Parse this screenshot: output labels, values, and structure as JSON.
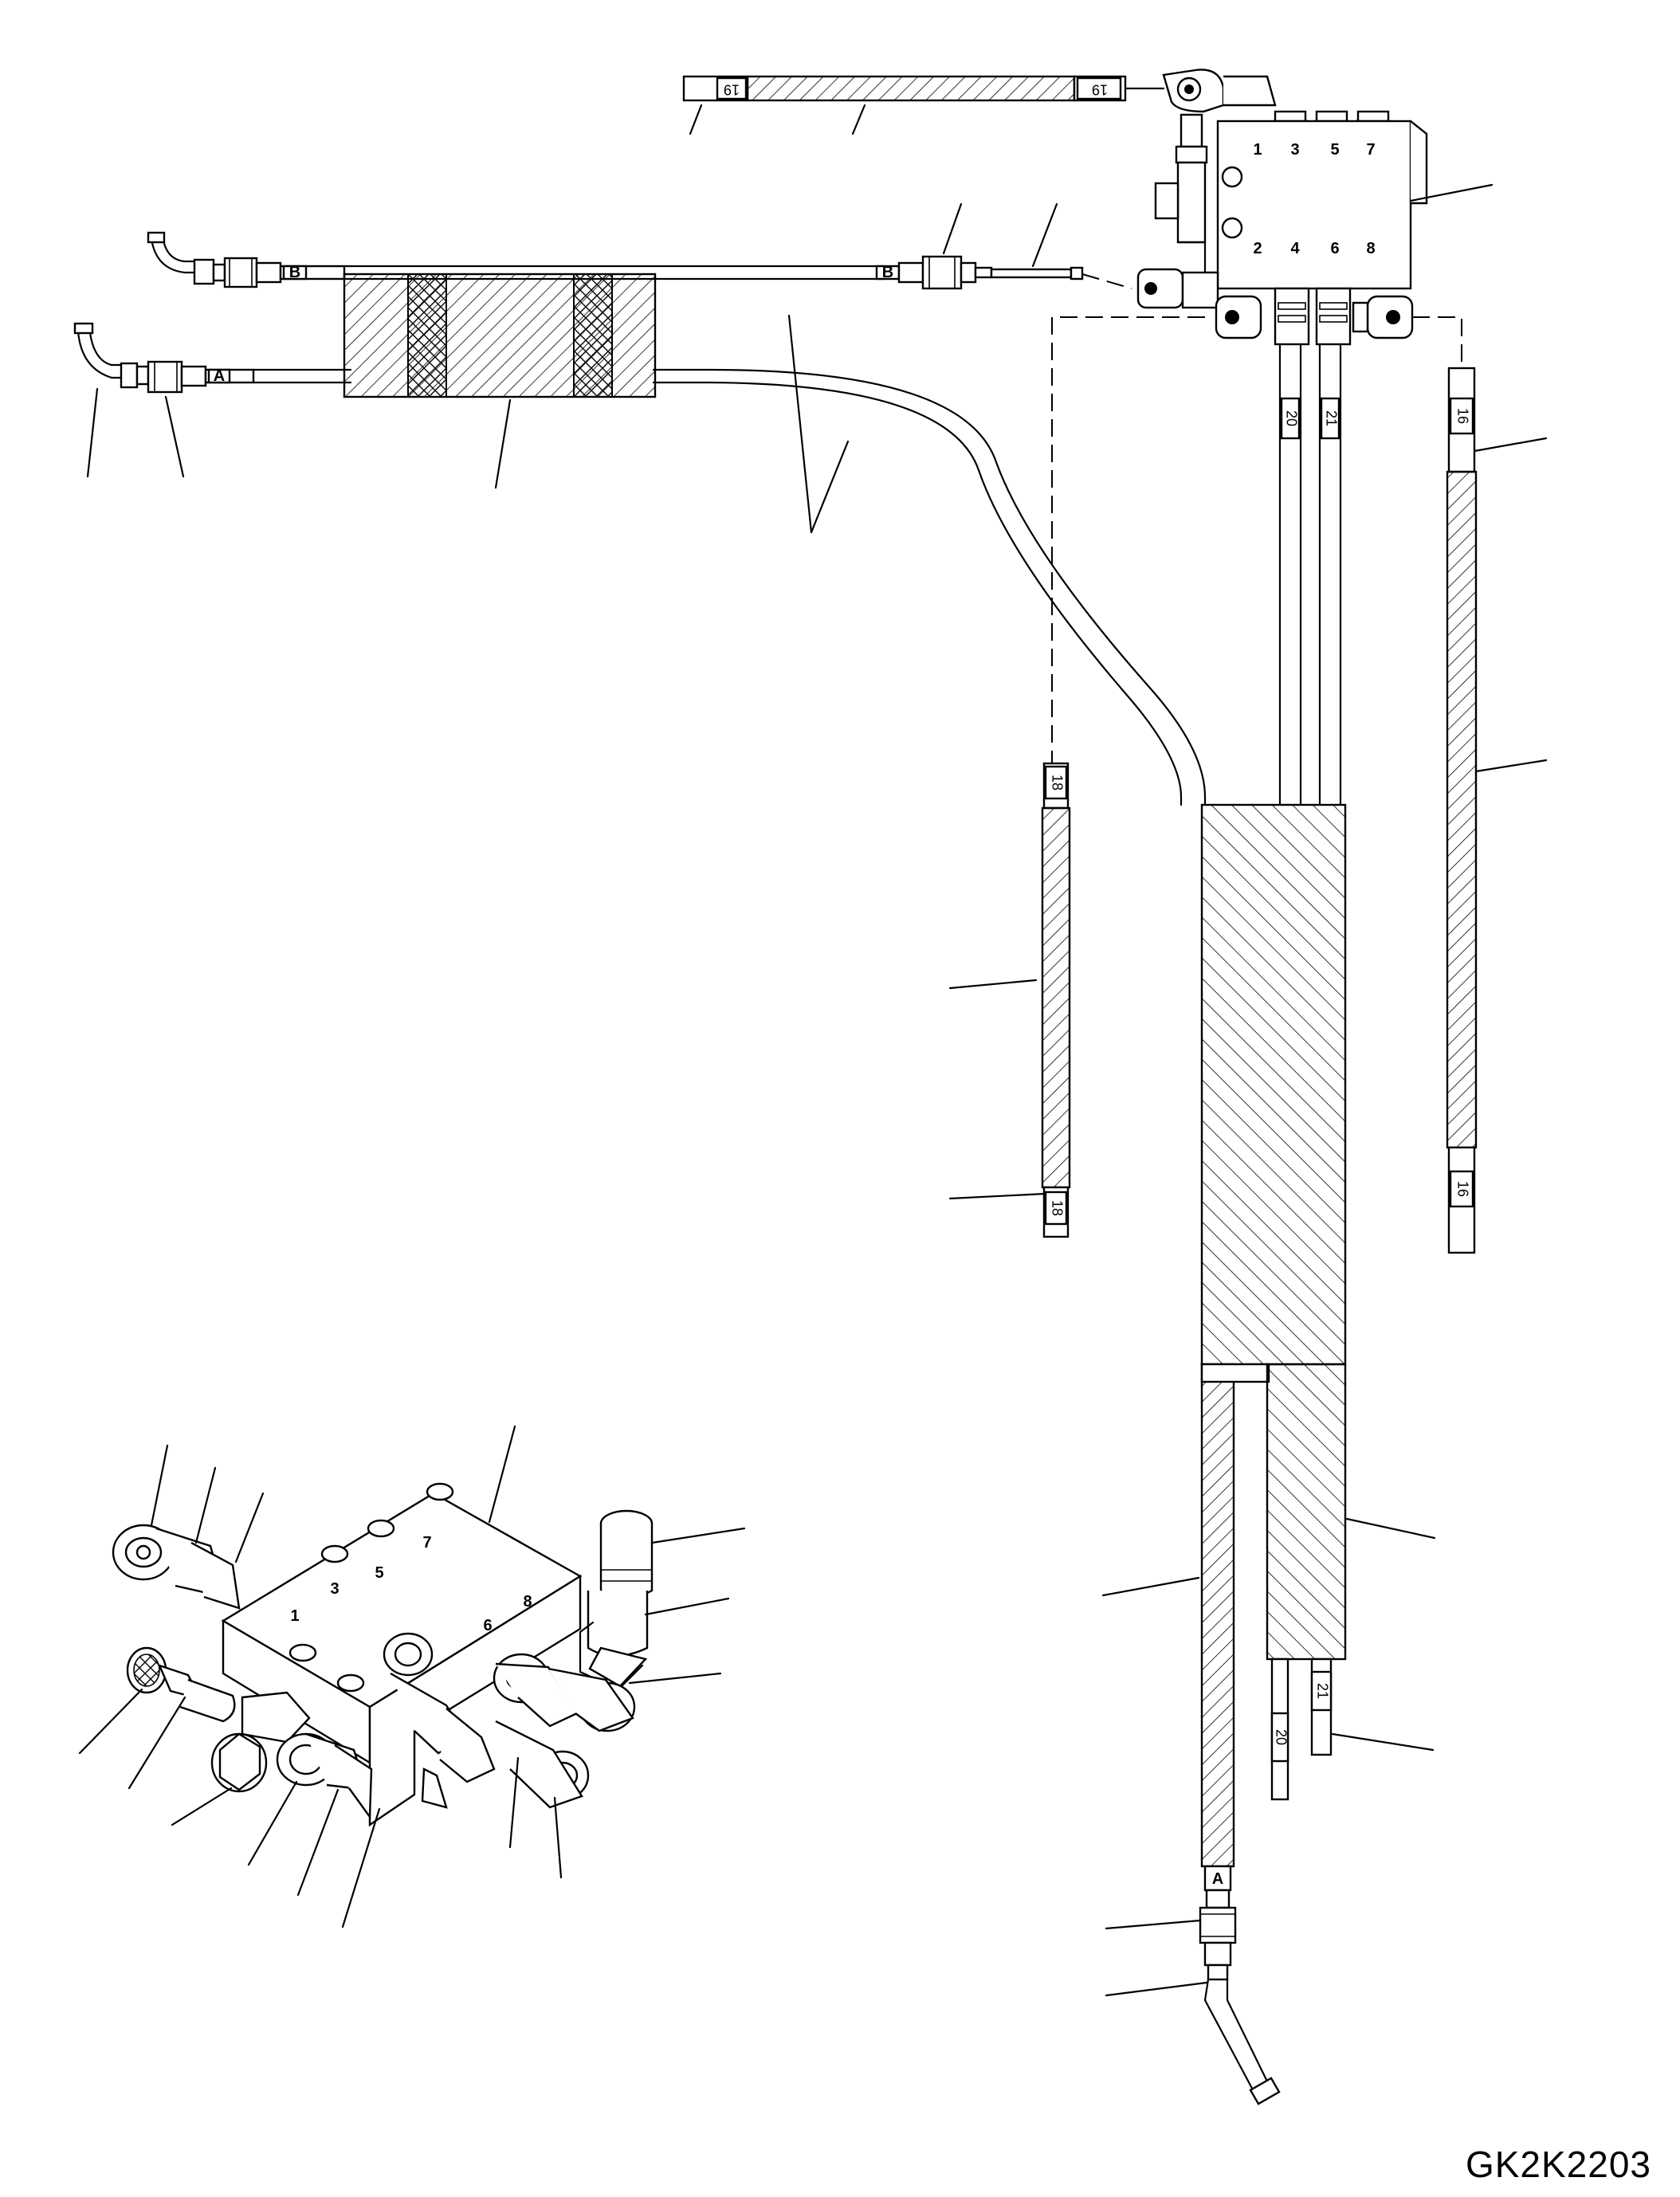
{
  "drawing_code": "GK2K2203",
  "hose_labels": {
    "a": "A",
    "b": "B",
    "h16": "16",
    "h18": "18",
    "h19": "19",
    "h20": "20",
    "h21": "21"
  },
  "port_numbers": [
    "1",
    "2",
    "3",
    "4",
    "5",
    "6",
    "7",
    "8"
  ]
}
